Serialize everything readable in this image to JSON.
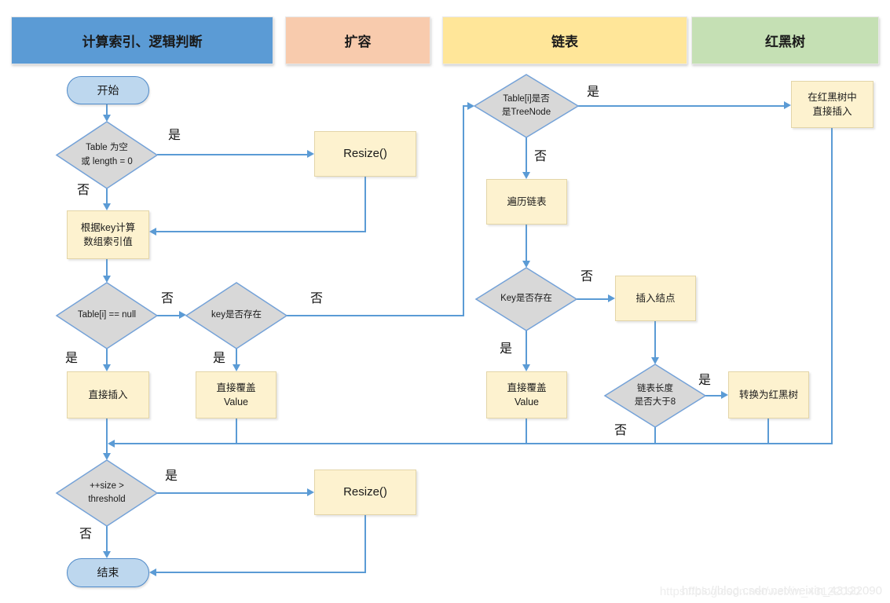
{
  "headers": [
    {
      "label": "计算索引、逻辑判断",
      "fill": "#5b9bd5"
    },
    {
      "label": "扩容",
      "fill": "#f8cbad"
    },
    {
      "label": "链表",
      "fill": "#ffe699"
    },
    {
      "label": "红黑树",
      "fill": "#c5e0b4"
    }
  ],
  "nodes": {
    "start": {
      "label": "开始"
    },
    "d1": {
      "label": "Table 为空\n或 length = 0"
    },
    "resize_top": {
      "label": "Resize()"
    },
    "key_calc": {
      "label": "根据key计算\n数组索引值"
    },
    "d2": {
      "label": "Table[i] == null"
    },
    "d3": {
      "label": "key是否存在"
    },
    "insert_direct": {
      "label": "直接插入"
    },
    "overwrite_left": {
      "label": "直接覆盖\nValue"
    },
    "d4": {
      "label": "Table[i]是否\n是TreeNode"
    },
    "rbt_insert": {
      "label": "在红黑树中\n直接插入"
    },
    "traverse": {
      "label": "遍历链表"
    },
    "d5": {
      "label": "Key是否存在"
    },
    "insert_node": {
      "label": "插入结点"
    },
    "overwrite_right": {
      "label": "直接覆盖\nValue"
    },
    "d6": {
      "label": "链表长度\n是否大于8"
    },
    "convert_rbt": {
      "label": "转换为红黑树"
    },
    "d7": {
      "label": "++size >\nthreshold"
    },
    "resize_bottom": {
      "label": "Resize()"
    },
    "end": {
      "label": "结束"
    }
  },
  "edge_labels": {
    "d1_yes": "是",
    "d1_no": "否",
    "d2_no": "否",
    "d2_yes": "是",
    "d3_yes": "是",
    "d3_no": "否",
    "d4_yes": "是",
    "d4_no": "否",
    "d5_no": "否",
    "d5_yes": "是",
    "d6_yes": "是",
    "d6_no": "否",
    "d7_yes": "是",
    "d7_no": "否"
  },
  "colors": {
    "connector": "#5b9bd5",
    "decision_fill": "#d8d8d8",
    "decision_border": "#74a2d8",
    "process_fill": "#fdf2cf",
    "process_border": "#e3d5a8",
    "terminal_fill": "#bdd7ee",
    "terminal_border": "#4f8ac9"
  },
  "watermark": {
    "text": "https://blog.csdn.net/weixin_43122090"
  }
}
